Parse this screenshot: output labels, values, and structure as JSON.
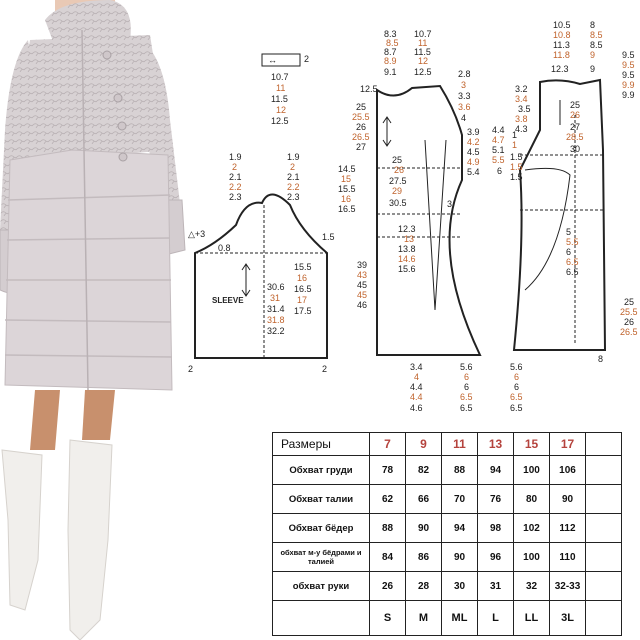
{
  "pattern": {
    "sleeve_label": "SLEEVE",
    "top_box": {
      "label_top": "↔ ",
      "side_number": "2",
      "values": [
        "10.7",
        "11",
        "11.5",
        "12",
        "12.5"
      ]
    },
    "sleeve": {
      "cap_left_values": [
        "1.9",
        "2",
        "2.1",
        "2.2",
        "2.3"
      ],
      "cap_right_values": [
        "1.9",
        "2",
        "2.1",
        "2.2",
        "2.3"
      ],
      "left_marks": [
        "△+3",
        "0.8"
      ],
      "right_mark": "1.5",
      "inner_left_values": [
        "30.6",
        "31",
        "31.4",
        "31.8",
        "32.2"
      ],
      "inner_right_values": [
        "15.5",
        "16",
        "16.5",
        "17",
        "17.5"
      ],
      "bottom_left": "2",
      "bottom_right": "2"
    },
    "front": {
      "top_left_values": [
        "8.3",
        "8.5",
        "8.7",
        "8.9",
        "9.1"
      ],
      "top_right_values": [
        "10.7",
        "11",
        "11.5",
        "12",
        "12.5"
      ],
      "shoulder": [
        "2.8",
        "3",
        "3.3",
        "3.6",
        "4"
      ],
      "neck": "12.5",
      "left_values_a": [
        "25",
        "25.5",
        "26",
        "26.5",
        "27"
      ],
      "left_values_b": [
        "14.5",
        "15",
        "15.5",
        "16",
        "16.5"
      ],
      "left_values_c": [
        "39",
        "43",
        "45",
        "45",
        "46"
      ],
      "mid_values_a": [
        "25",
        "26",
        "27.5",
        "29",
        "30.5"
      ],
      "mid_values_b": [
        "12.3",
        "13",
        "13.8",
        "14.6",
        "15.6"
      ],
      "side_values": [
        "3.9",
        "4.2",
        "4.5",
        "4.9",
        "5.4"
      ],
      "dart": "3",
      "hem_left": [
        "3.4",
        "4",
        "4.4",
        "4.4",
        "4.6"
      ],
      "hem_right": [
        "5.6",
        "6",
        "6",
        "6.5",
        "6.5"
      ]
    },
    "back": {
      "top_values": [
        "10.5",
        "10.8",
        "11.3",
        "11.8",
        "12.3"
      ],
      "top_right_values": [
        "8",
        "8.5",
        "8.5",
        "9",
        "9"
      ],
      "right_edge_values": [
        "9.5",
        "9.5",
        "9.5",
        "9.9",
        "9.9"
      ],
      "shoulder": [
        "3.2",
        "3.4",
        "3.5",
        "3.8",
        "4.3"
      ],
      "mid_values": [
        "25",
        "26",
        "27",
        "28.5",
        "30"
      ],
      "lower_values": [
        "5",
        "5.5",
        "6",
        "6.5",
        "6.5"
      ],
      "side_values": [
        "4.4",
        "4.7",
        "5.1",
        "5.5",
        "6"
      ],
      "left_values": [
        "1",
        "1",
        "1.5",
        "1.5",
        "1.5"
      ],
      "far_right": [
        "25",
        "25.5",
        "26",
        "26.5"
      ],
      "hem_left": [
        "5.6",
        "6",
        "6",
        "6.5",
        "6.5"
      ],
      "hem_right": "8"
    }
  },
  "size_table": {
    "header_label": "Размеры",
    "size_codes": [
      "7",
      "9",
      "11",
      "13",
      "15",
      "17"
    ],
    "rows": [
      {
        "label": "Обхват груди",
        "values": [
          "78",
          "82",
          "88",
          "94",
          "100",
          "106"
        ]
      },
      {
        "label": "Обхват талии",
        "values": [
          "62",
          "66",
          "70",
          "76",
          "80",
          "90"
        ]
      },
      {
        "label": "Обхват бёдер",
        "values": [
          "88",
          "90",
          "94",
          "98",
          "102",
          "112"
        ]
      },
      {
        "label": "обхват м-у бёдрами и талией",
        "values": [
          "84",
          "86",
          "90",
          "96",
          "100",
          "110"
        ]
      },
      {
        "label": "обхват руки",
        "values": [
          "26",
          "28",
          "30",
          "31",
          "32",
          "32-33"
        ]
      }
    ],
    "letter_sizes": [
      "S",
      "M",
      "ML",
      "L",
      "LL",
      "3L"
    ]
  },
  "colors": {
    "accent_orange": "#c0632c",
    "size_code_red": "#b5433d",
    "coat_light": "#dcd5d8",
    "coat_pattern": "#cfc9cb",
    "boots": "#f1efec"
  }
}
